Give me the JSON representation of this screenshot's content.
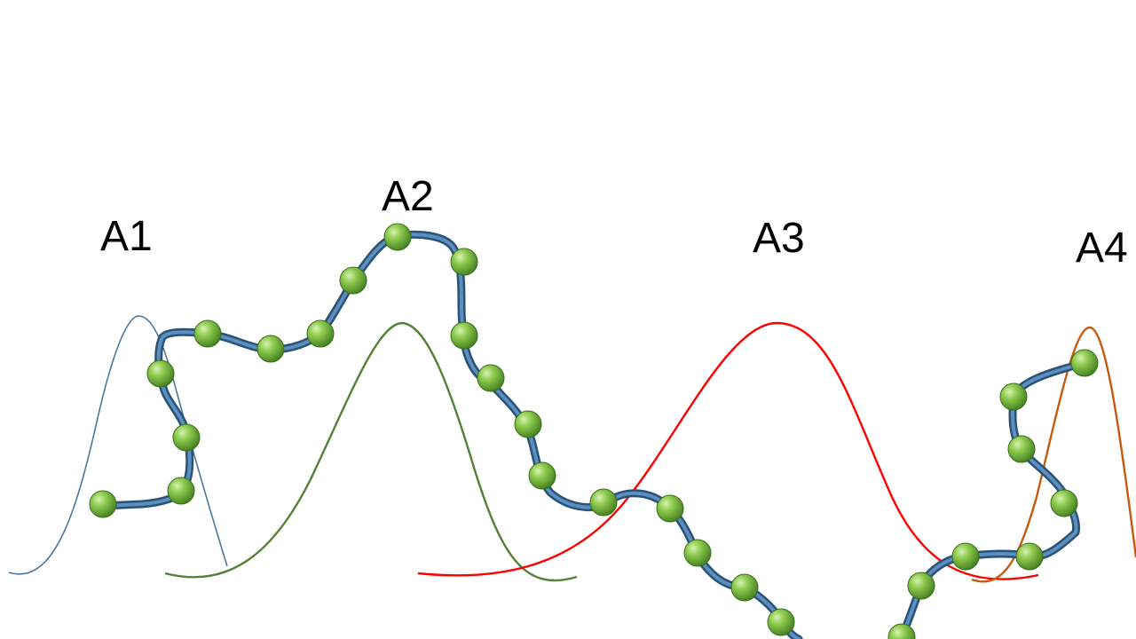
{
  "labels": {
    "a1": "A1",
    "a2": "A2",
    "a3": "A3",
    "a4": "A4"
  },
  "colors": {
    "a1_curve": "#4a77a0",
    "a2_curve": "#548235",
    "a3_curve": "#ff0000",
    "a4_curve": "#c55a11",
    "chain_tube": "#3f6f9c",
    "bead": "#8ac640"
  }
}
